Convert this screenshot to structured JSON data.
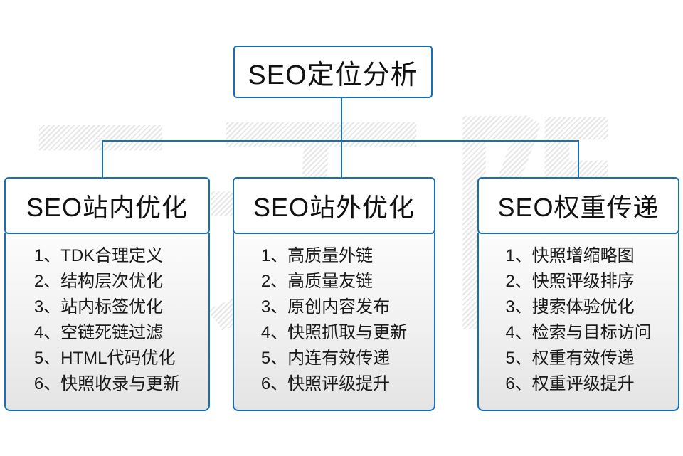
{
  "diagram": {
    "root": {
      "label": "SEO定位分析"
    },
    "watermark": {
      "text": "云无限"
    },
    "colors": {
      "border_blue": "#1570b8",
      "text_dark": "#1a1a1a",
      "body_gradient_top": "#fcfcfc",
      "body_gradient_bottom": "#e4e4e4",
      "watermark_gray": "#ececec"
    },
    "columns": [
      {
        "header": "SEO站内优化",
        "items": [
          {
            "index": "1、",
            "text": "TDK合理定义"
          },
          {
            "index": "2、",
            "text": "结构层次优化"
          },
          {
            "index": "3、",
            "text": "站内标签优化"
          },
          {
            "index": "4、",
            "text": "空链死链过滤"
          },
          {
            "index": "5、",
            "text": "HTML代码优化"
          },
          {
            "index": "6、",
            "text": "快照收录与更新"
          }
        ]
      },
      {
        "header": "SEO站外优化",
        "items": [
          {
            "index": "1、",
            "text": "高质量外链"
          },
          {
            "index": "2、",
            "text": "高质量友链"
          },
          {
            "index": "3、",
            "text": "原创内容发布"
          },
          {
            "index": "4、",
            "text": "快照抓取与更新"
          },
          {
            "index": "5、",
            "text": "内连有效传递"
          },
          {
            "index": "6、",
            "text": "快照评级提升"
          }
        ]
      },
      {
        "header": "SEO权重传递",
        "items": [
          {
            "index": "1、",
            "text": "快照增缩略图"
          },
          {
            "index": "2、",
            "text": "快照评级排序"
          },
          {
            "index": "3、",
            "text": "搜索体验优化"
          },
          {
            "index": "4、",
            "text": "检索与目标访问"
          },
          {
            "index": "5、",
            "text": "权重有效传递"
          },
          {
            "index": "6、",
            "text": "权重评级提升"
          }
        ]
      }
    ]
  }
}
